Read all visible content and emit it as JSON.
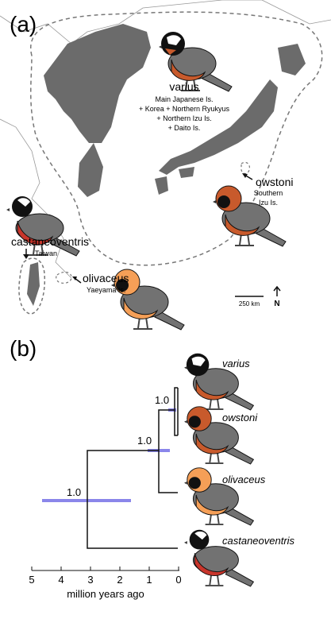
{
  "panel_a": {
    "label": "(a)",
    "varius": {
      "name": "varius",
      "range_lines": [
        "Main Japanese Is.",
        "+ Korea + Northern Ryukyus",
        "+ Northern Izu Is.",
        "+ Daito Is."
      ]
    },
    "owstoni": {
      "name": "owstoni",
      "range_lines": [
        "Southern",
        "Izu Is."
      ]
    },
    "castaneoventris": {
      "name": "castaneoventris",
      "range": "Taiwan"
    },
    "olivaceus": {
      "name": "olivaceus",
      "range": "Yaeyama Is."
    },
    "scale_bar": "250 km",
    "north": "N"
  },
  "panel_b": {
    "label": "(b)",
    "taxa": [
      "varius",
      "owstoni",
      "olivaceus",
      "castaneoventris"
    ],
    "node_support": [
      "1.0",
      "1.0",
      "1.0"
    ],
    "axis_ticks": [
      "5",
      "4",
      "3",
      "2",
      "1",
      "0"
    ],
    "axis_label": "million years ago"
  },
  "colors": {
    "land": "#6b6b6b",
    "range_outline": "#777777",
    "hpd_bar": "#8a86ea",
    "bird_orange": "#f59f57",
    "bird_rufous": "#c85a2c",
    "bird_red": "#c8352b",
    "bird_grey": "#727272",
    "bird_black": "#111111"
  }
}
